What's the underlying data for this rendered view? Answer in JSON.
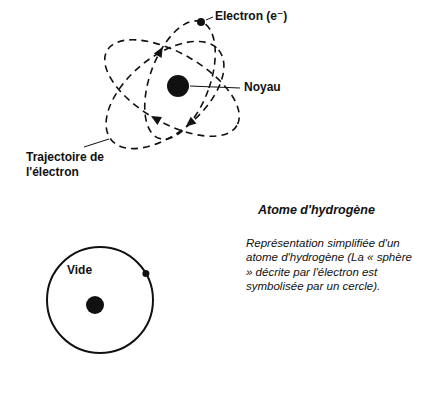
{
  "diagram": {
    "nodes": [
      {
        "text": [
          "Vide"
        ]
      }
    ],
    "labels": [
      "Electron (e⁻)",
      "Noyau",
      "Trajectoire de l'électron",
      "Atome d'hydrogène",
      "Représentation simplifiée d'un atome d'hydrogène (La « sphère » décrite par l'électron est symbolisée par un cercle)."
    ]
  }
}
